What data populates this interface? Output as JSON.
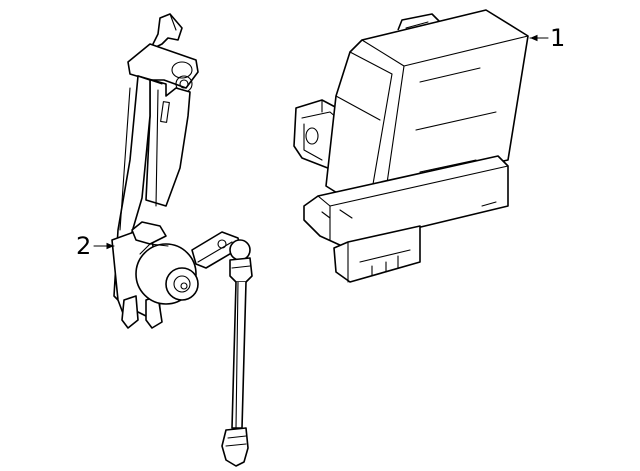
{
  "callouts": [
    {
      "number": "1",
      "part": "control-module"
    },
    {
      "number": "2",
      "part": "level-sensor-assembly"
    }
  ],
  "colors": {
    "line": "#000000",
    "background": "#ffffff"
  }
}
